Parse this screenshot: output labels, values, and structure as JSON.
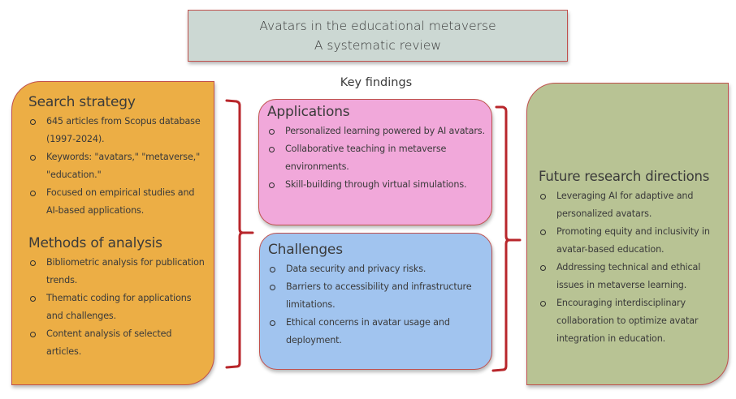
{
  "title": {
    "line1": "Avatars in the educational metaverse",
    "line2": "A systematic review"
  },
  "left_panel": {
    "sections": [
      {
        "heading": "Search strategy",
        "items": [
          "645 articles from Scopus database (1997-2024).",
          "Keywords: \"avatars,\" \"metaverse,\" \"education.\"",
          "Focused on empirical studies and AI-based applications."
        ]
      },
      {
        "heading": "Methods of analysis",
        "items": [
          "Bibliometric analysis for publication trends.",
          "Thematic coding for applications and challenges.",
          "Content analysis of selected articles."
        ]
      }
    ]
  },
  "center": {
    "label": "Key findings",
    "applications": {
      "heading": "Applications",
      "items": [
        "Personalized learning powered by AI avatars.",
        "Collaborative teaching in metaverse environments.",
        "Skill-building through virtual simulations."
      ]
    },
    "challenges": {
      "heading": "Challenges",
      "items": [
        "Data security and privacy risks.",
        "Barriers to accessibility and infrastructure limitations.",
        "Ethical concerns in avatar usage and deployment."
      ]
    }
  },
  "right_panel": {
    "heading": "Future research directions",
    "items": [
      "Leveraging AI for adaptive and personalized avatars.",
      "Promoting equity and inclusivity in avatar-based education.",
      "Addressing technical and ethical issues in metaverse learning.",
      "Encouraging interdisciplinary collaboration to optimize avatar integration in education."
    ]
  },
  "colors": {
    "title_bg": "#ccd8d3",
    "left_bg": "#ecae45",
    "applications_bg": "#f1a8da",
    "challenges_bg": "#a1c4ef",
    "right_bg": "#b8c394",
    "border": "#c0504d",
    "bracket": "#b8262b"
  },
  "brackets": [
    "left-bracket-icon",
    "right-bracket-icon"
  ],
  "bullet_icon": "hollow-circle-bullet-icon"
}
